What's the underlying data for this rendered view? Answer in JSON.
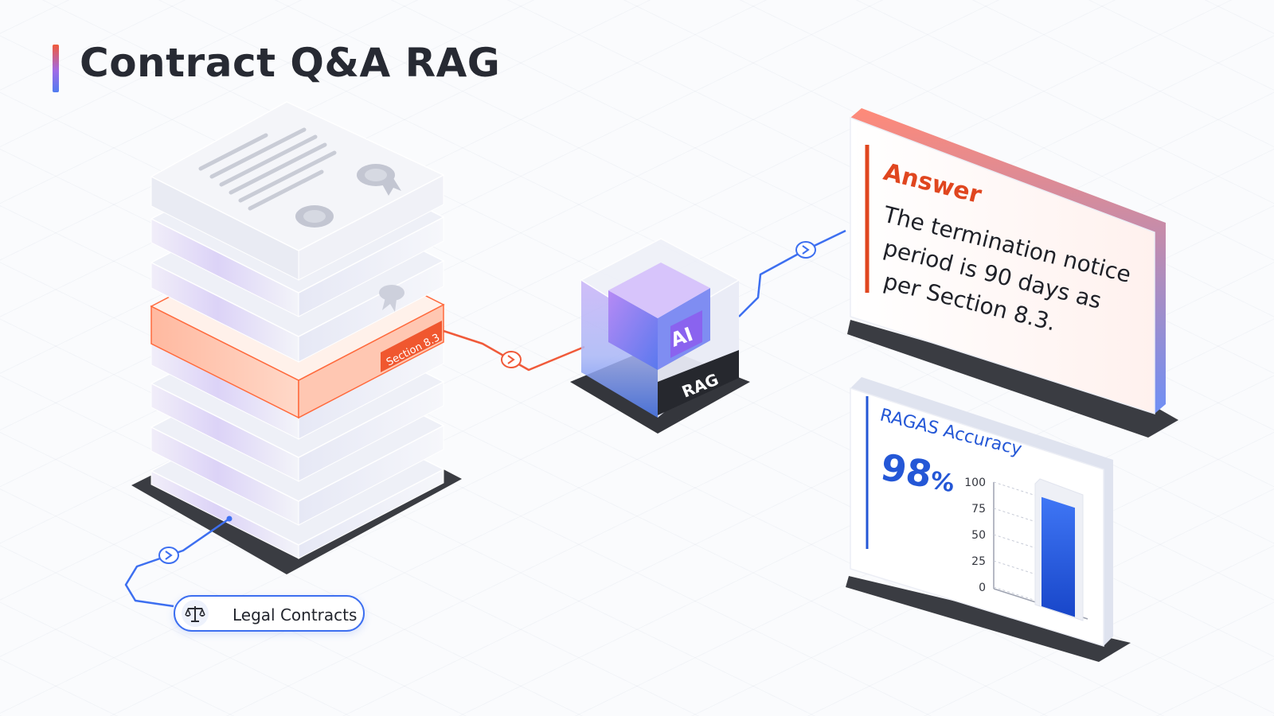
{
  "title": "Contract Q&A RAG",
  "source": {
    "label": "Legal Contracts",
    "icon": "scales-icon"
  },
  "highlight_section": "Section 8.3",
  "engine": {
    "chip_text": "AI",
    "label": "RAG"
  },
  "answer": {
    "heading": "Answer",
    "lines": [
      "The termination notice",
      "period is 90 days as",
      "per Section 8.3."
    ]
  },
  "metric": {
    "title": "RAGAS Accuracy",
    "value_number": "98",
    "value_unit": "%",
    "score": 98,
    "axis_ticks": [
      "100",
      "75",
      "50",
      "25",
      "0"
    ]
  },
  "colors": {
    "accent_red": "#f05a3a",
    "accent_blue": "#3d6ff0",
    "answer_heading": "#e0461f",
    "metric_blue": "#2457d6",
    "dark_base": "#3a3c42"
  }
}
